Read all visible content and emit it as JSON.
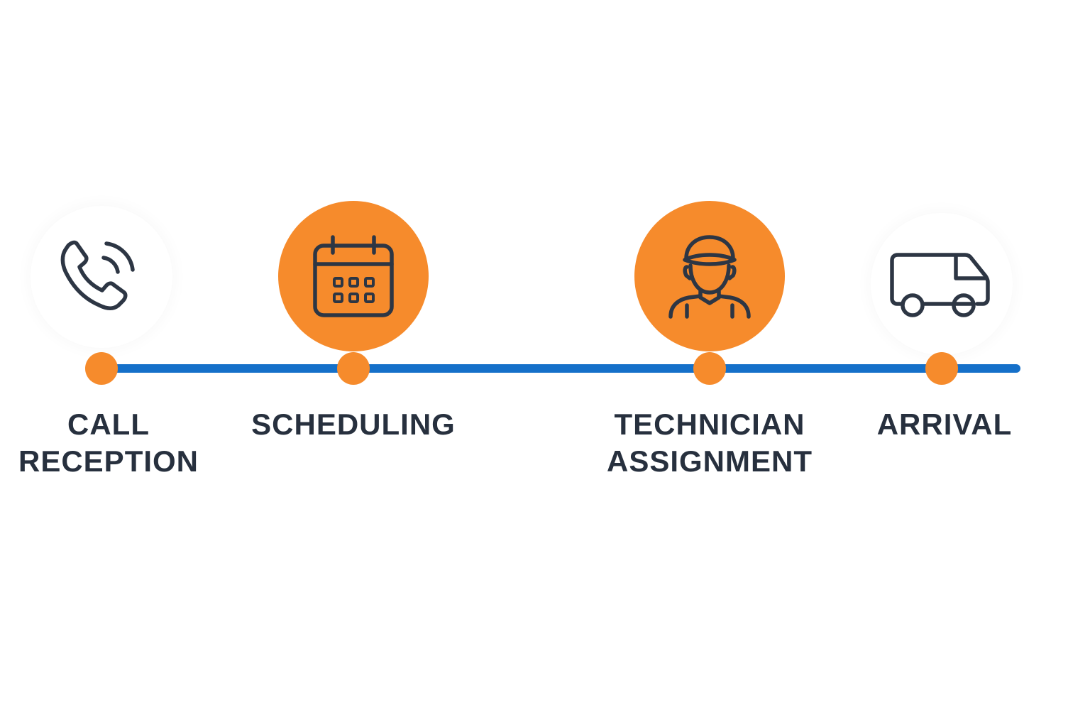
{
  "colors": {
    "accent": "#f68b2c",
    "track": "#1570c9",
    "icon_stroke": "#2d3644",
    "label_text": "#27303e"
  },
  "steps": [
    {
      "label": "CALL\nRECEPTION",
      "icon": "phone-icon",
      "highlighted": false
    },
    {
      "label": "SCHEDULING",
      "icon": "calendar-icon",
      "highlighted": true
    },
    {
      "label": "TECHNICIAN\nASSIGNMENT",
      "icon": "technician-icon",
      "highlighted": true
    },
    {
      "label": "ARRIVAL",
      "icon": "van-icon",
      "highlighted": false
    }
  ]
}
